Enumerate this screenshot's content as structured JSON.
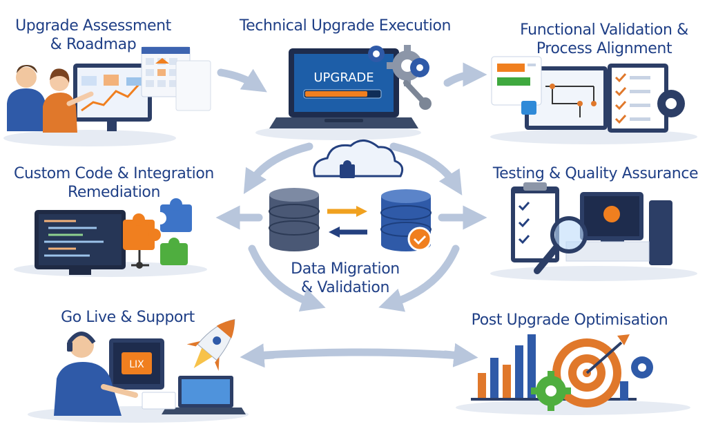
{
  "diagram": {
    "center": {
      "title_line1": "Data Migration",
      "title_line2": "& Validation"
    },
    "stages": {
      "assessment": {
        "line1": "Upgrade Assessment",
        "line2": "& Roadmap"
      },
      "execution": {
        "line1": "Technical Upgrade Execution",
        "screen_text": "UPGRADE"
      },
      "validation": {
        "line1": "Functional Validation &",
        "line2": "Process Alignment"
      },
      "remediation": {
        "line1": "Custom Code & Integration",
        "line2": "Remediation"
      },
      "testing": {
        "line1": "Testing & Quality Assurance"
      },
      "golive": {
        "line1": "Go Live & Support",
        "screen_text": "LIX"
      },
      "optimisation": {
        "line1": "Post Upgrade Optimisation"
      }
    }
  },
  "colors": {
    "title": "#1f3f86",
    "navy": "#24407f",
    "orange": "#f07f1f",
    "green": "#3fa93f",
    "arrow": "#b8c6dc"
  }
}
